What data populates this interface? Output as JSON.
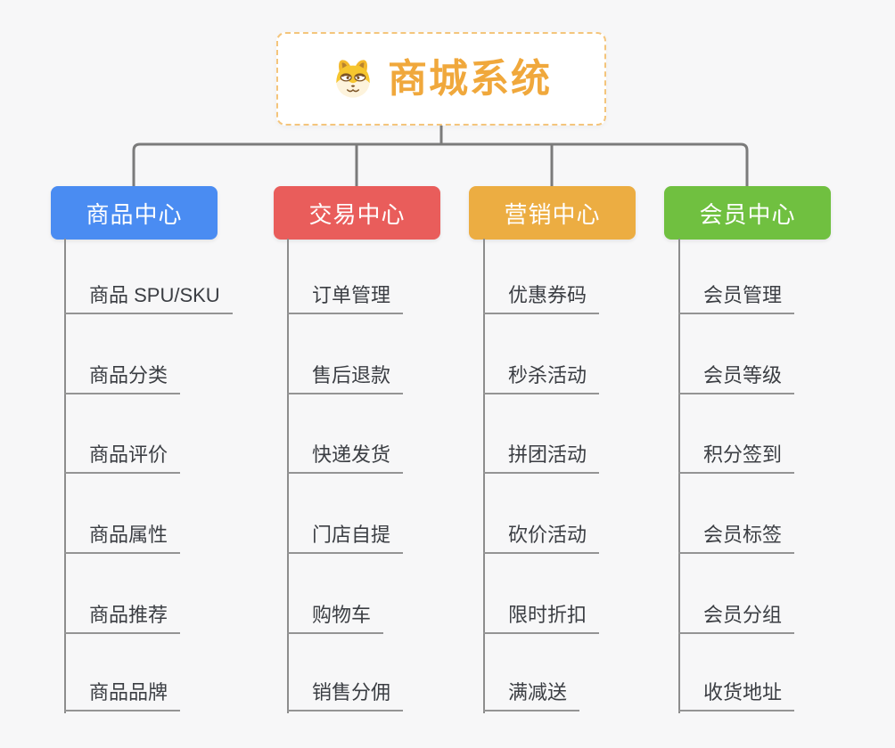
{
  "page": {
    "background": "#f7f7f8"
  },
  "root": {
    "title": "商城系统",
    "icon": "shiba-dog-icon",
    "title_color": "#f0a83c",
    "border_color": "#f4c57c"
  },
  "connectors": {
    "color": "#7b7b7b"
  },
  "branches": [
    {
      "label": "商品中心",
      "color": "#4a8cf2",
      "items": [
        "商品 SPU/SKU",
        "商品分类",
        "商品评价",
        "商品属性",
        "商品推荐",
        "商品品牌"
      ]
    },
    {
      "label": "交易中心",
      "color": "#e95d5b",
      "items": [
        "订单管理",
        "售后退款",
        "快递发货",
        "门店自提",
        "购物车",
        "销售分佣"
      ]
    },
    {
      "label": "营销中心",
      "color": "#ecad42",
      "items": [
        "优惠券码",
        "秒杀活动",
        "拼团活动",
        "砍价活动",
        "限时折扣",
        "满减送"
      ]
    },
    {
      "label": "会员中心",
      "color": "#70c040",
      "items": [
        "会员管理",
        "会员等级",
        "积分签到",
        "会员标签",
        "会员分组",
        "收货地址"
      ]
    }
  ]
}
